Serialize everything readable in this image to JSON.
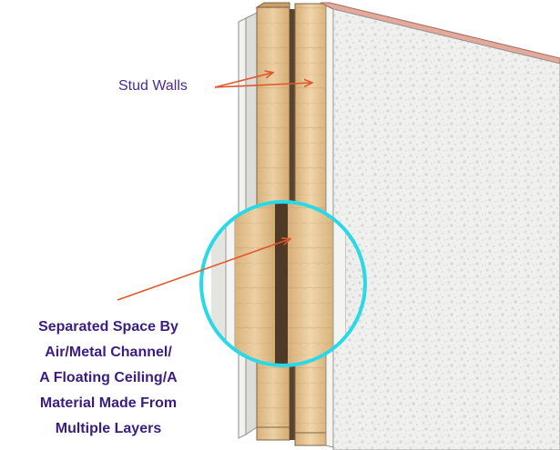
{
  "labels": {
    "stud_walls": "Stud Walls",
    "separated_space": [
      "Separated Space By",
      "Air/Metal Channel/",
      "A Floating Ceiling/A",
      "Material Made From",
      "Multiple Layers"
    ]
  },
  "colors": {
    "label_text": "#3b1d82",
    "arrow": "#e0572a",
    "highlight_ring": "#2ad9e6",
    "stud_wood": "#e2c08f",
    "gap": "#5a4430",
    "plaster": "#ebebea",
    "top_edge": "#e3aa9b"
  }
}
